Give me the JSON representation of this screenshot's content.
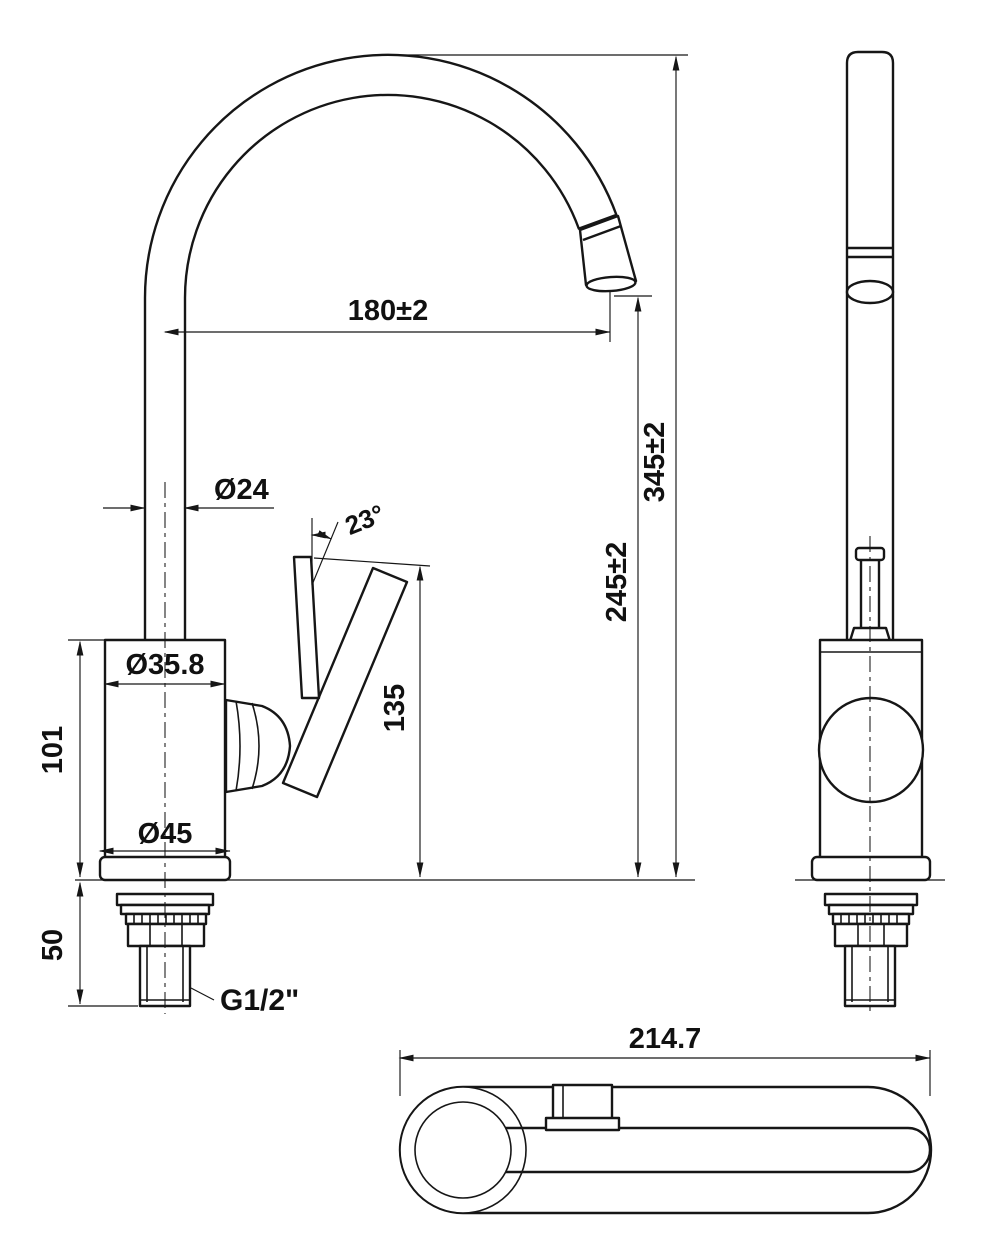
{
  "drawing": {
    "type": "faucet-dimensional-drawing",
    "colors": {
      "line": "#161616",
      "background": "#ffffff"
    },
    "dims": {
      "spout_reach": "180±2",
      "overall_height": "345±2",
      "outlet_height": "245±2",
      "spout_tube_diameter": "Ø24",
      "handle_angle": "23°",
      "body_diameter": "Ø35.8",
      "handle_height": "135",
      "body_height": "101",
      "base_diameter": "Ø45",
      "shank_length": "50",
      "thread_size": "G1/2\"",
      "top_view_length": "214.7"
    }
  }
}
